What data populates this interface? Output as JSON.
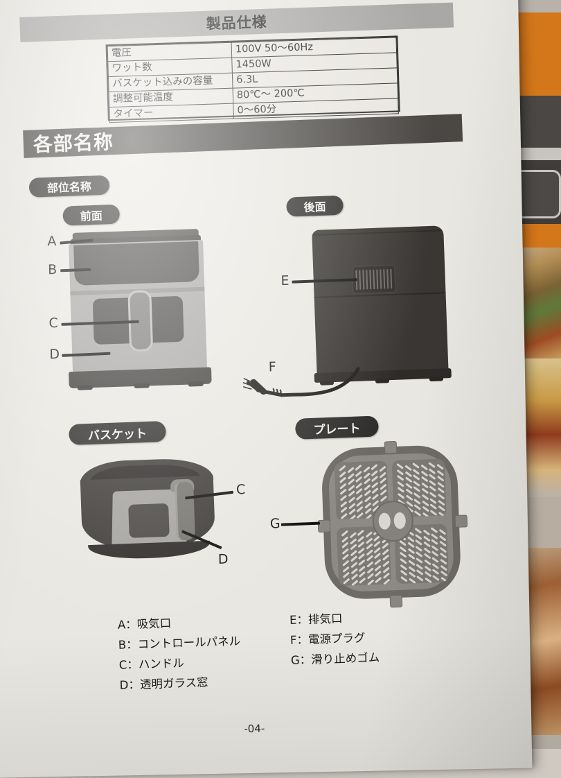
{
  "document": {
    "page_number": "-04-",
    "language": "ja"
  },
  "sections": {
    "spec_banner": "製品仕様",
    "parts_banner": "各部名称"
  },
  "pills": {
    "parts_label": "部位名称",
    "front": "前面",
    "back": "後面",
    "basket": "バスケット",
    "plate": "プレート"
  },
  "spec_table": {
    "rows": [
      {
        "key": "電圧",
        "value": "100V  50～60Hz"
      },
      {
        "key": "ワット数",
        "value": "1450W"
      },
      {
        "key": "バスケット込みの容量",
        "value": "6.3L"
      },
      {
        "key": "調整可能温度",
        "value": "80℃～ 200℃"
      },
      {
        "key": "タイマー",
        "value": "0～60分"
      }
    ]
  },
  "callouts": {
    "front": {
      "a": "A",
      "b": "B",
      "c": "C",
      "d": "D"
    },
    "back": {
      "e": "E",
      "f": "F"
    },
    "basket": {
      "c": "C",
      "d": "D"
    },
    "plate": {
      "g": "G"
    }
  },
  "legend": {
    "left": [
      "A：吸気口",
      "B：コントロールパネル",
      "C：ハンドル",
      "D：透明ガラス窓"
    ],
    "right": [
      "E：排気口",
      "F：電源プラグ",
      "G：滑り止めゴム"
    ]
  },
  "colors": {
    "paper": "#e9e7e1",
    "banner_spec_fill": "#a9a8a6",
    "banner_parts_fill": "#4a4744",
    "pill_fill": "#2f2d2b",
    "ink": "#1b1b1b",
    "accent_orange": "#d4761a",
    "device_dark": "#3f3c39",
    "device_light": "#a7a6a3"
  }
}
